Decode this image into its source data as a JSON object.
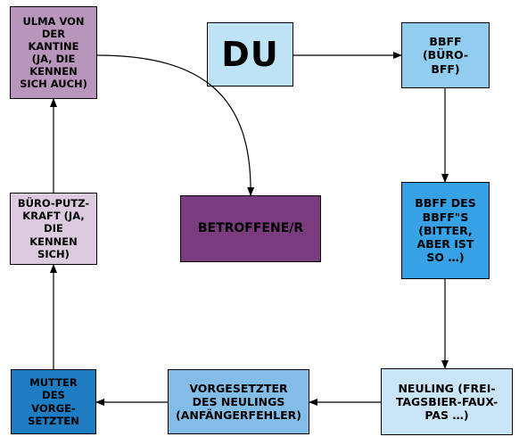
{
  "nodes": {
    "ulma": "Ulma von\nder\nKantine\n(ja, die\nkennen\nsich auch)",
    "du": "DU",
    "bbff": "BBFF\n(Büro-\nBFF)",
    "putz": "Büro-Putz-\nkraft (ja,\ndie\nkennen\nsich)",
    "betroffene": "Betroffene/r",
    "bbff_des": "BBFF des\nBBFF\"s\n(bitter,\naber ist\nso …)",
    "mutter": "Mutter\ndes\nVorge-\nsetzten",
    "vorgesetzter": "Vorgesetzter\ndes Neulings\n(Anfängerfehler)",
    "neuling": "Neuling (Frei-\ntagsbier-Faux-\npas …)"
  },
  "colors": {
    "ulma": "#b895bb",
    "du": "#bfe3f6",
    "bbff": "#90cdee",
    "putz": "#dccadf",
    "betroffene": "#7a3c7f",
    "bbff_des": "#36a1e4",
    "mutter": "#1e7cc2",
    "vorgesetzter": "#82bde8",
    "neuling": "#c9e6f8"
  }
}
